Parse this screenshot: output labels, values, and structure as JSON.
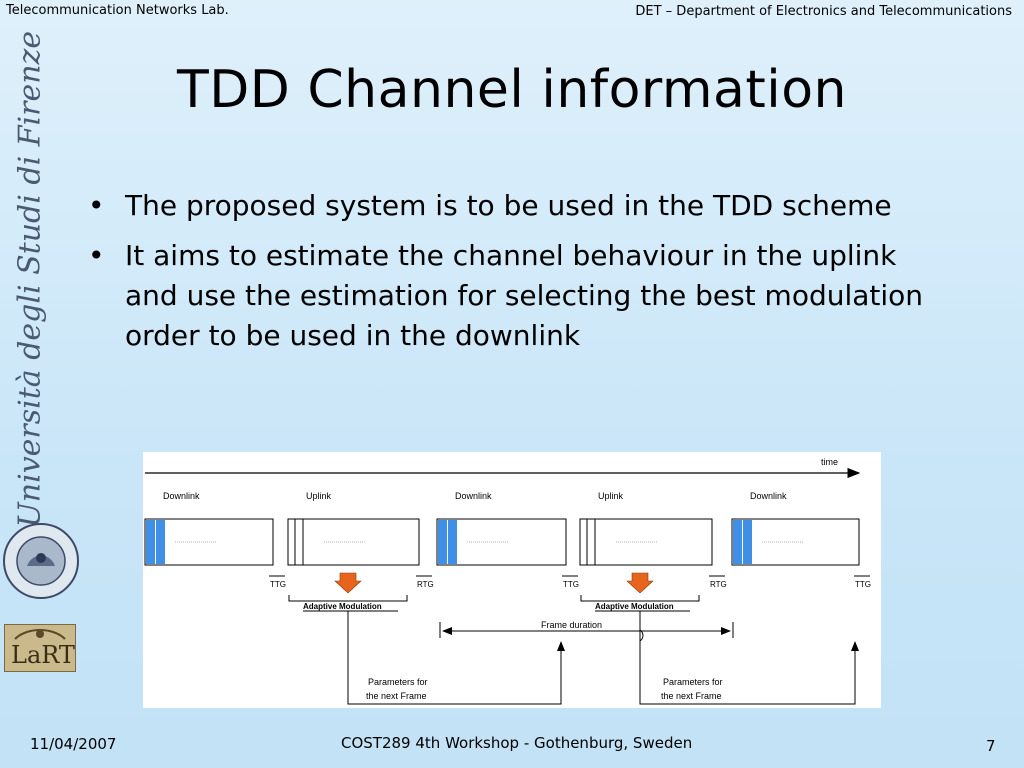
{
  "header": {
    "left": "Telecommunication Networks Lab.",
    "right": "DET – Department of Electronics and Telecommunications"
  },
  "slide": {
    "title": "TDD Channel information",
    "bullets": [
      "The proposed system is to be used in the TDD scheme",
      "It aims to estimate the channel behaviour in the uplink and use the estimation for selecting the best modulation order to be used in the downlink"
    ],
    "bullet_glyph": "•"
  },
  "sidebar": {
    "university": "Università degli Studi di Firenze",
    "logo": "LaRT"
  },
  "diagram": {
    "time_label": "time",
    "frames": [
      {
        "label": "Downlink",
        "kind": "downlink"
      },
      {
        "label": "Uplink",
        "kind": "uplink"
      },
      {
        "label": "Downlink",
        "kind": "downlink"
      },
      {
        "label": "Uplink",
        "kind": "uplink"
      },
      {
        "label": "Downlink",
        "kind": "downlink"
      }
    ],
    "gaps": [
      "TTG",
      "RTG",
      "TTG",
      "RTG",
      "TTG"
    ],
    "adaptive_label": "Adaptive Modulation",
    "frame_duration_label": "Frame duration",
    "params_label": [
      "Parameters for",
      "the next Frame"
    ],
    "colors": {
      "downlink_fill": "#3f8fe6",
      "arrow": "#e8631c",
      "line": "#000000"
    }
  },
  "footer": {
    "date": "11/04/2007",
    "event": "COST289 4th Workshop - Gothenburg, Sweden",
    "page": "7"
  }
}
